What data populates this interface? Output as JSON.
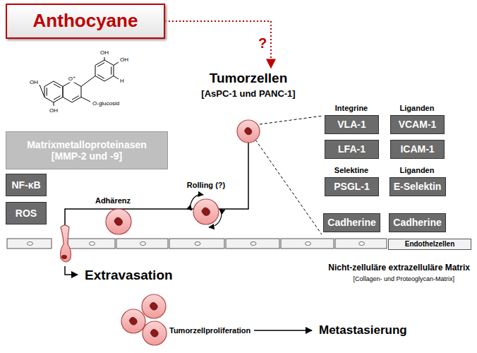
{
  "diagram": {
    "nodes": [
      {
        "text": [
          "Anthocyane"
        ]
      },
      {
        "text": [
          "Matrixmetalloproteinasen",
          "[MMP-2 und -9]"
        ]
      },
      {
        "text": [
          "NF-κB"
        ]
      },
      {
        "text": [
          "ROS"
        ]
      },
      {
        "text": [
          "VLA-1"
        ]
      },
      {
        "text": [
          "VCAM-1"
        ]
      },
      {
        "text": [
          "LFA-1"
        ]
      },
      {
        "text": [
          "ICAM-1"
        ]
      },
      {
        "text": [
          "PSGL-1"
        ]
      },
      {
        "text": [
          "E-Selektin"
        ]
      },
      {
        "text": [
          "Cadherine"
        ]
      },
      {
        "text": [
          "Cadherine"
        ]
      },
      {
        "text": [
          "Endothelzellen"
        ]
      }
    ],
    "labels": [
      "?",
      "Tumorzellen",
      "[AsPC-1 und PANC-1]",
      "Integrine",
      "Liganden",
      "Selektine",
      "Liganden",
      "Adhärenz",
      "Rolling (?)",
      "Extravasation",
      "Nicht-zelluläre extrazelluläre Matrix",
      "[Collagen- und Proteoglycan-Matrix]",
      "Tumorzellproliferation",
      "Metastasierung",
      "OH",
      "OH",
      "H",
      "O-glucosid",
      "OH",
      "OH",
      "O⁺"
    ]
  }
}
